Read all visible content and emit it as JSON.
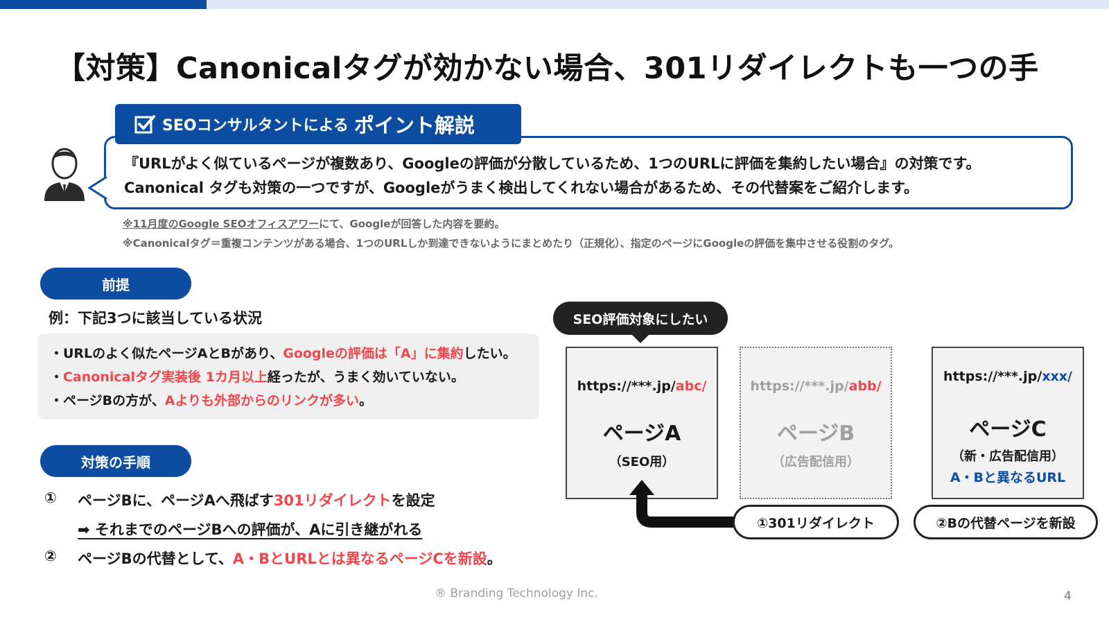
{
  "slide": {
    "title": "【対策】Canonicalタグが効かない場合、301リダイレクトも一つの手",
    "footer": "® Branding Technology Inc.",
    "page_number": "4"
  },
  "point": {
    "label_small": "SEOコンサルタントによる",
    "label_big": "ポイント解説",
    "line1": "『URLがよく似ているページが複数あり、Googleの評価が分散しているため、1つのURLに評価を集約したい場合』の対策です。",
    "line2": "Canonical タグも対策の一つですが、Googleがうまく検出してくれない場合があるため、その代替案をご紹介します。"
  },
  "notes": {
    "note1_link": "※11月度のGoogle SEOオフィスアワー",
    "note1_rest": "にて、Googleが回答した内容を要約。",
    "note2": "※Canonicalタグ＝重複コンテンツがある場合、1つのURLしか到達できないようにまとめたり（正規化）、指定のページにGoogleの評価を集中させる役割のタグ。"
  },
  "premise": {
    "heading": "前提",
    "example": "例：下記3つに該当している状況",
    "item1_a": "・URLのよく似たページAとBがあり、",
    "item1_red": "Googleの評価は「A」に集約",
    "item1_c": "したい。",
    "item2_a": "・",
    "item2_red": "Canonicalタグ実装後 1カ月以上",
    "item2_c": "経ったが、うまく効いていない。",
    "item3_a": "・ページBの方が、",
    "item3_red": "Aよりも外部からのリンクが多い",
    "item3_c": "。"
  },
  "steps": {
    "heading": "対策の手順",
    "num1": "①",
    "step1_a": "ページBに、ページAへ飛ばす",
    "step1_red": "301リダイレクト",
    "step1_c": "を設定",
    "step1_sub": "➡ それまでのページBへの評価が、Aに引き継がれる",
    "num2": "②",
    "step2_a": "ページBの代替として、",
    "step2_red": "A・BとURLとは異なるページCを新設",
    "step2_c": "。"
  },
  "diagram": {
    "target_label": "SEO評価対象にしたい",
    "page_a": {
      "url_base": "https://***.jp/",
      "url_path": "abc/",
      "title": "ページA",
      "sub": "（SEO用）"
    },
    "page_b": {
      "url_base": "https://***.jp/",
      "url_path": "abb/",
      "title": "ページB",
      "sub": "（広告配信用）"
    },
    "page_c": {
      "url_base": "https://***.jp/",
      "url_path": "xxx/",
      "title": "ページC",
      "sub": "（新・広告配信用）",
      "extra": "A・Bと異なるURL"
    },
    "label_redirect": "①301リダイレクト",
    "label_newpage": "②Bの代替ページを新設"
  },
  "colors": {
    "brand": "#0d4da1",
    "accent_red": "#f0464b",
    "light_bar": "#dfe8f4"
  },
  "icons": [
    "checkbox-icon",
    "consultant-avatar-icon",
    "curved-arrow-icon"
  ]
}
